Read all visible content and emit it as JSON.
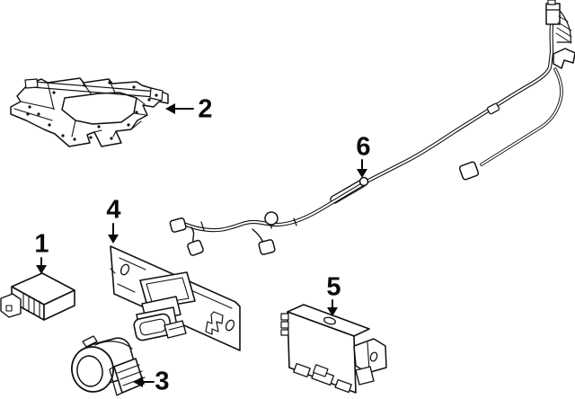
{
  "diagram": {
    "kind": "vehicle-parts-line-diagram",
    "background_color": "#ffffff",
    "line_color": "#111111",
    "callouts": [
      {
        "number": "1",
        "part": "control-module-small"
      },
      {
        "number": "2",
        "part": "mounting-bracket-assembly"
      },
      {
        "number": "3",
        "part": "parking-aid-sensor"
      },
      {
        "number": "4",
        "part": "sensor-mounting-bracket-plate"
      },
      {
        "number": "5",
        "part": "control-module-large"
      },
      {
        "number": "6",
        "part": "wiring-harness"
      }
    ]
  }
}
